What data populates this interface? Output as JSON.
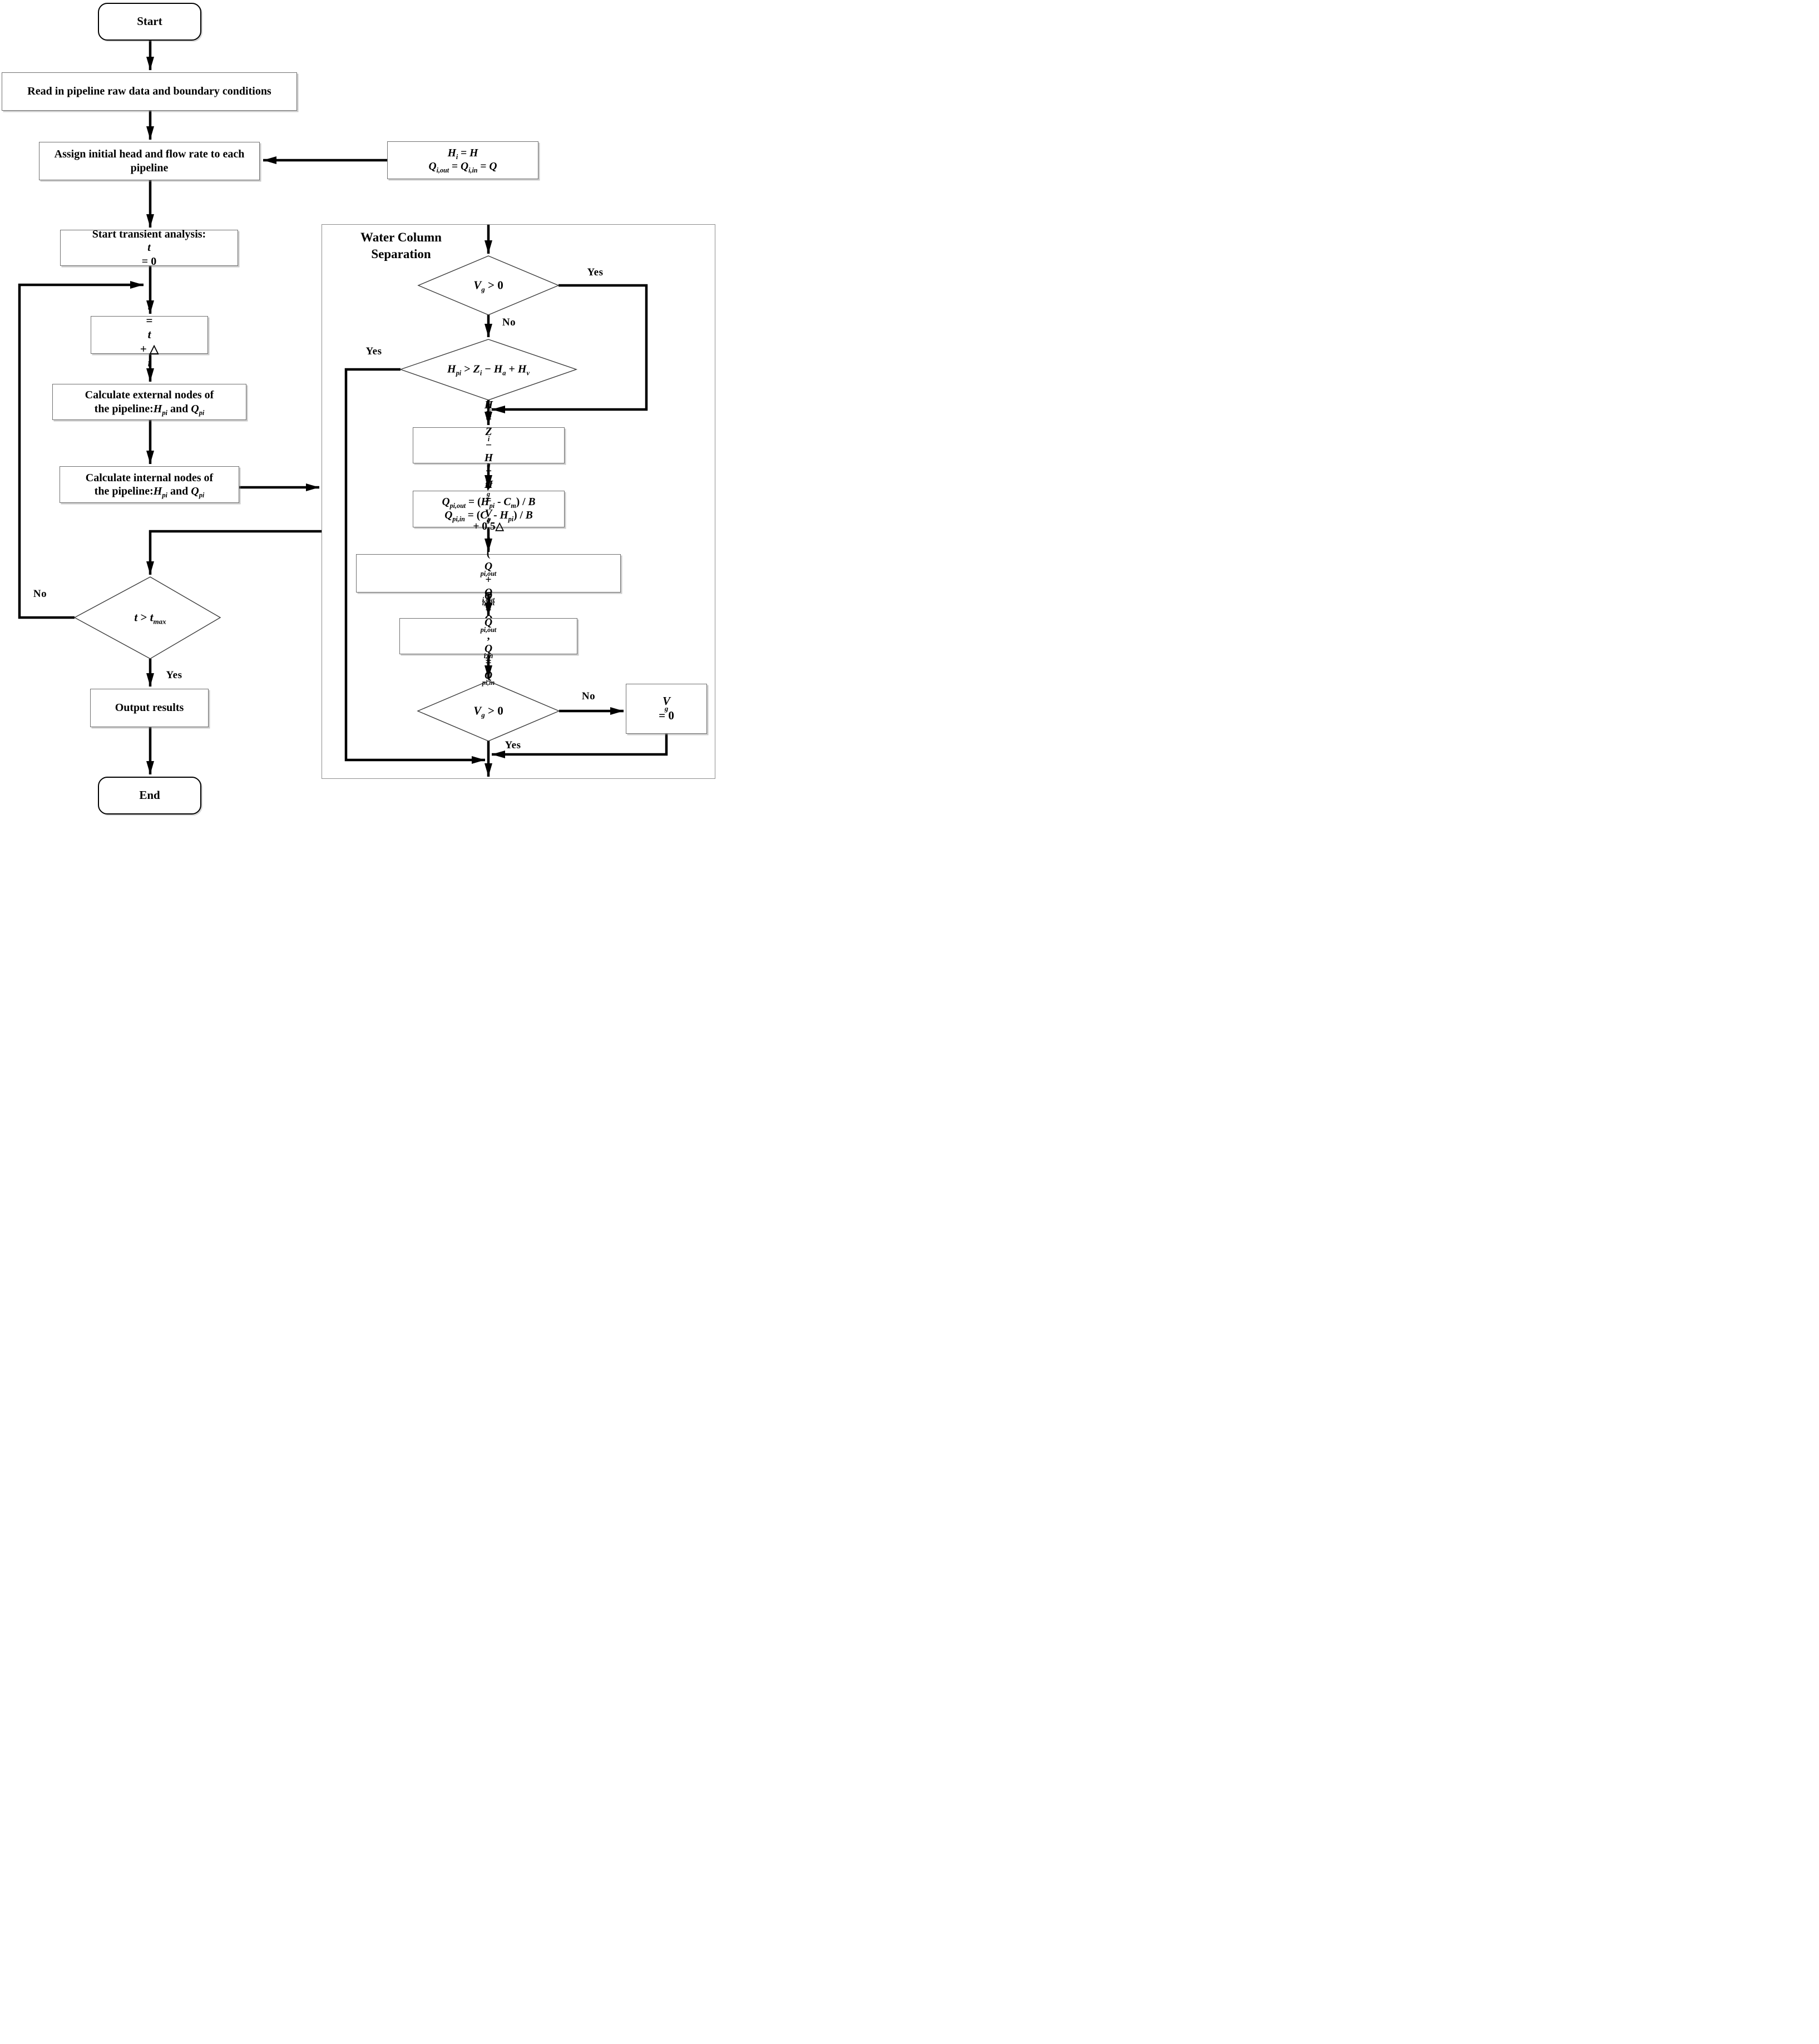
{
  "flow": {
    "start": "Start",
    "read_data": "Read in pipeline raw data and boundary conditions",
    "assign": "Assign initial head and flow rate to each pipeline",
    "init_conditions": {
      "line1": [
        {
          "t": "H",
          "i": 1,
          "s": "i"
        },
        {
          "t": " = "
        },
        {
          "t": "H",
          "i": 1
        }
      ],
      "line2": [
        {
          "t": "Q",
          "i": 1,
          "s": "i,out"
        },
        {
          "t": " = "
        },
        {
          "t": "Q",
          "i": 1,
          "s": "i,in"
        },
        {
          "t": " = "
        },
        {
          "t": "Q",
          "i": 1
        }
      ]
    },
    "start_transient": [
      {
        "t": "Start transient analysis:"
      },
      {
        "t": "t",
        "i": 1
      },
      {
        "t": " = 0"
      }
    ],
    "time_step": [
      {
        "t": "t",
        "i": 1
      },
      {
        "t": " = "
      },
      {
        "t": "t",
        "i": 1
      },
      {
        "t": " + △"
      },
      {
        "t": "t",
        "i": 1
      }
    ],
    "calc_external": {
      "line1": [
        {
          "t": "Calculate external nodes of"
        }
      ],
      "line2": [
        {
          "t": "the pipeline:"
        },
        {
          "t": "H",
          "i": 1,
          "s": "pi"
        },
        {
          "t": " and "
        },
        {
          "t": "Q",
          "i": 1,
          "s": "pi"
        }
      ]
    },
    "calc_internal": {
      "line1": [
        {
          "t": "Calculate internal nodes of"
        }
      ],
      "line2": [
        {
          "t": "the pipeline:"
        },
        {
          "t": "H",
          "i": 1,
          "s": "pi"
        },
        {
          "t": " and "
        },
        {
          "t": "Q",
          "i": 1,
          "s": "pi"
        }
      ]
    },
    "t_max_check": [
      {
        "t": "t",
        "i": 1
      },
      {
        "t": " > "
      },
      {
        "t": "t",
        "i": 1,
        "s": "max"
      }
    ],
    "output": "Output results",
    "end": "End"
  },
  "wcs": {
    "title": "Water Column\nSeparation",
    "vg_check_1": [
      {
        "t": "V",
        "i": 1,
        "s": "g"
      },
      {
        "t": " > 0"
      }
    ],
    "hpi_check": [
      {
        "t": "H",
        "i": 1,
        "s": "pi"
      },
      {
        "t": " > "
      },
      {
        "t": "Z",
        "i": 1,
        "s": "i"
      },
      {
        "t": " − "
      },
      {
        "t": "H",
        "i": 1,
        "s": "a"
      },
      {
        "t": " + "
      },
      {
        "t": "H",
        "i": 1,
        "s": "v"
      }
    ],
    "hpi_set": [
      {
        "t": "H",
        "i": 1,
        "s": "pi"
      },
      {
        "t": " = "
      },
      {
        "t": "Z",
        "i": 1,
        "s": "i"
      },
      {
        "t": " − "
      },
      {
        "t": "H",
        "i": 1,
        "s": "a"
      },
      {
        "t": " + "
      },
      {
        "t": "H",
        "i": 1,
        "s": "v"
      }
    ],
    "q_pipe": {
      "line1": [
        {
          "t": "Q",
          "i": 1,
          "s": "pi,out"
        },
        {
          "t": " = ("
        },
        {
          "t": "H",
          "i": 1,
          "s": "pi"
        },
        {
          "t": " - "
        },
        {
          "t": "C",
          "i": 1,
          "s": "m"
        },
        {
          "t": ") / "
        },
        {
          "t": "B",
          "i": 1
        }
      ],
      "line2": [
        {
          "t": "Q",
          "i": 1,
          "s": "pi,in"
        },
        {
          "t": " = ("
        },
        {
          "t": "C",
          "i": 1,
          "s": "p"
        },
        {
          "t": " - "
        },
        {
          "t": "H",
          "i": 1,
          "s": "pi"
        },
        {
          "t": ") / "
        },
        {
          "t": "B",
          "i": 1
        }
      ]
    },
    "vg_update": [
      {
        "t": "V",
        "i": 1,
        "s": "g"
      },
      {
        "t": " = "
      },
      {
        "t": "V",
        "i": 1,
        "s": "g"
      },
      {
        "t": " + 0.5△"
      },
      {
        "t": "t",
        "i": 1
      },
      {
        "t": "("
      },
      {
        "t": "Q",
        "i": 1,
        "s": "pi,out"
      },
      {
        "t": " + "
      },
      {
        "t": "Q",
        "i": 1,
        "s": "i,out"
      },
      {
        "t": " - "
      },
      {
        "t": "Q",
        "i": 1,
        "s": "pi,in"
      },
      {
        "t": " - "
      },
      {
        "t": "Q",
        "i": 1,
        "s": "i,in"
      },
      {
        "t": ")"
      }
    ],
    "q_assign": [
      {
        "t": "Q",
        "i": 1,
        "s": "i,out"
      },
      {
        "t": " = "
      },
      {
        "t": "Q",
        "i": 1,
        "s": "pi,out"
      },
      {
        "t": ", "
      },
      {
        "t": "Q",
        "i": 1,
        "s": "i,in"
      },
      {
        "t": " = "
      },
      {
        "t": "Q",
        "i": 1,
        "s": "pi,in"
      }
    ],
    "vg_check_2": [
      {
        "t": "V",
        "i": 1,
        "s": "g"
      },
      {
        "t": " > 0"
      }
    ],
    "vg_reset": [
      {
        "t": "V",
        "i": 1,
        "s": "g"
      },
      {
        "t": " = 0"
      }
    ]
  },
  "labels": {
    "yes": "Yes",
    "no": "No"
  },
  "colors": {
    "line": "#000000",
    "box_border": "#6f6f6f",
    "diamond_border": "#3c3c3c",
    "container_border": "#8c8c8c",
    "background": "#ffffff"
  }
}
